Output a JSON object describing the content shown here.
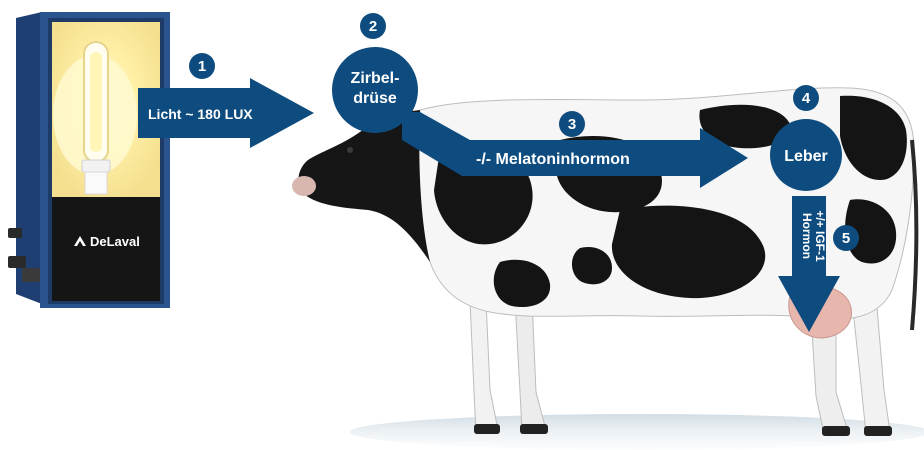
{
  "colors": {
    "accent": "#0e4c7f",
    "lamp_glow": "#fff2a8",
    "cabinet_frame": "#2a4f8a",
    "panel_dark": "#161616",
    "cow_black": "#151515",
    "cow_white": "#f4f4f4",
    "udder_pink": "#e7b6ad"
  },
  "device": {
    "brand": "DeLaval",
    "icon": "lamp-icon"
  },
  "steps": [
    {
      "number": "1",
      "label": "Licht ~ 180 LUX",
      "kind": "arrow-right"
    },
    {
      "number": "2",
      "label_line1": "Zirbel-",
      "label_line2": "drüse",
      "kind": "circle"
    },
    {
      "number": "3",
      "label": "-/- Melatoninhormon",
      "kind": "arrow-diagonal"
    },
    {
      "number": "4",
      "label": "Leber",
      "kind": "circle"
    },
    {
      "number": "5",
      "label_line1": "+/+ IGF-1",
      "label_line2": "Hormon",
      "kind": "arrow-down"
    }
  ]
}
